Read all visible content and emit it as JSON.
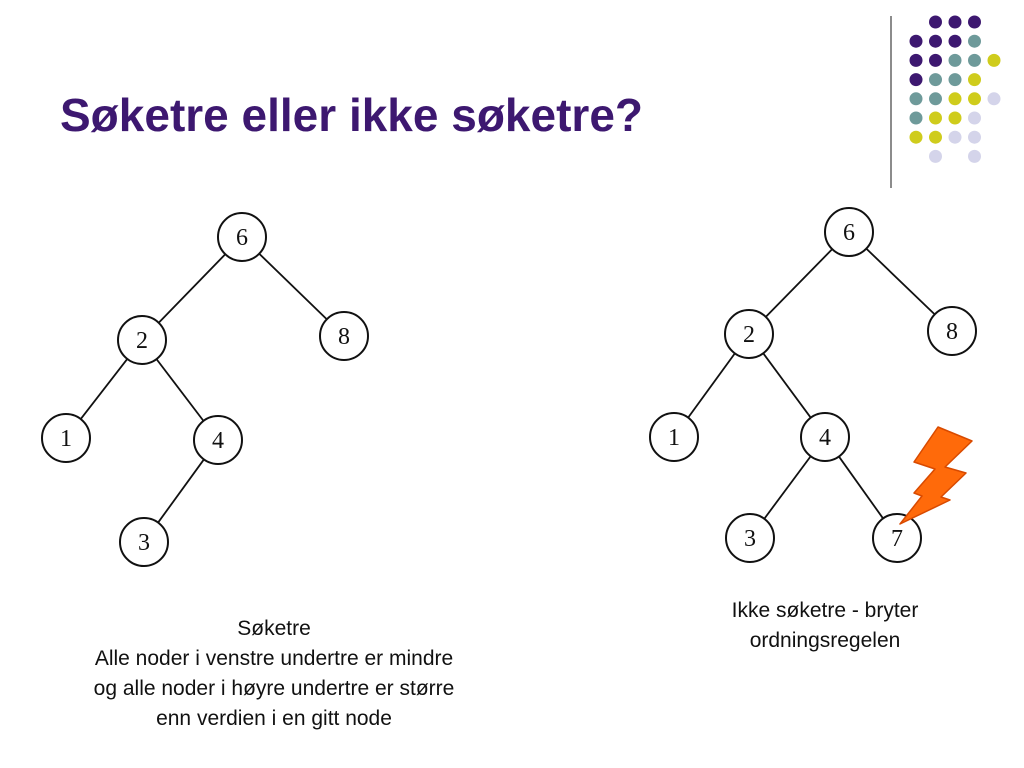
{
  "title": "Søketre eller ikke søketre?",
  "left_tree": {
    "nodes": [
      {
        "id": "a",
        "label": "6"
      },
      {
        "id": "b",
        "label": "2"
      },
      {
        "id": "c",
        "label": "8"
      },
      {
        "id": "d",
        "label": "1"
      },
      {
        "id": "e",
        "label": "4"
      },
      {
        "id": "f",
        "label": "3"
      }
    ],
    "edges": [
      [
        "a",
        "b"
      ],
      [
        "a",
        "c"
      ],
      [
        "b",
        "d"
      ],
      [
        "b",
        "e"
      ],
      [
        "e",
        "f"
      ]
    ]
  },
  "right_tree": {
    "nodes": [
      {
        "id": "a",
        "label": "6"
      },
      {
        "id": "b",
        "label": "2"
      },
      {
        "id": "c",
        "label": "8"
      },
      {
        "id": "d",
        "label": "1"
      },
      {
        "id": "e",
        "label": "4"
      },
      {
        "id": "f",
        "label": "3"
      },
      {
        "id": "g",
        "label": "7"
      }
    ],
    "edges": [
      [
        "a",
        "b"
      ],
      [
        "a",
        "c"
      ],
      [
        "b",
        "d"
      ],
      [
        "b",
        "e"
      ],
      [
        "e",
        "f"
      ],
      [
        "e",
        "g"
      ]
    ],
    "violating_node": "g"
  },
  "captions": {
    "left": [
      "Søketre",
      "Alle noder i venstre undertre er mindre",
      "og alle noder i høyre undertre er større",
      "enn verdien i en gitt node"
    ],
    "right": [
      "Ikke søketre - bryter",
      "ordningsregelen"
    ]
  },
  "colors": {
    "title": "#3d1870",
    "lightning": "#ff6a0a",
    "dot_purple": "#3d1870",
    "dot_teal": "#6e9a9a",
    "dot_yellow": "#cfcc1c",
    "dot_lavender": "#d4d4ea"
  },
  "icons": {
    "violation": "lightning-bolt-icon"
  }
}
